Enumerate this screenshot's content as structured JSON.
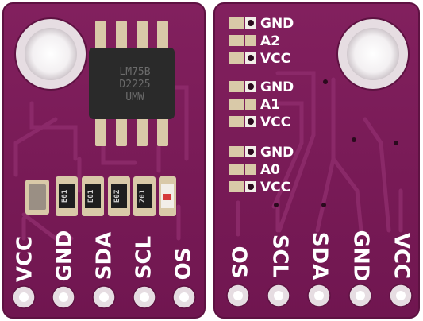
{
  "front_board": {
    "chip_markings": [
      "LM75B",
      "D2225",
      "UMW"
    ],
    "resistor_codes": [
      "E01",
      "E01",
      "E0Z",
      "Z01"
    ],
    "pin_labels": [
      "VCC",
      "GND",
      "SDA",
      "SCL",
      "OS"
    ]
  },
  "back_board": {
    "address_labels": [
      "GND",
      "A2",
      "VCC",
      "GND",
      "A1",
      "VCC",
      "GND",
      "A0",
      "VCC"
    ],
    "pin_labels": [
      "OS",
      "SCL",
      "SDA",
      "GND",
      "VCC"
    ]
  },
  "colors": {
    "pcb": "#7a1a55",
    "pcb_edge": "#5e1242",
    "silkscreen": "#ffffff",
    "pad_gold": "#d9c9a8",
    "chip": "#2a2a2a",
    "background": "#ffffff"
  }
}
